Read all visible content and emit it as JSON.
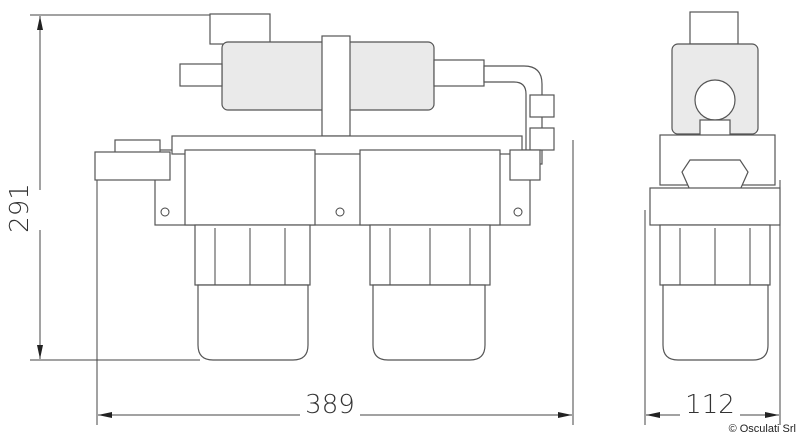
{
  "dimensions": {
    "height": "291",
    "width_front": "389",
    "depth_side": "112"
  },
  "copyright": "© Osculati Srl"
}
